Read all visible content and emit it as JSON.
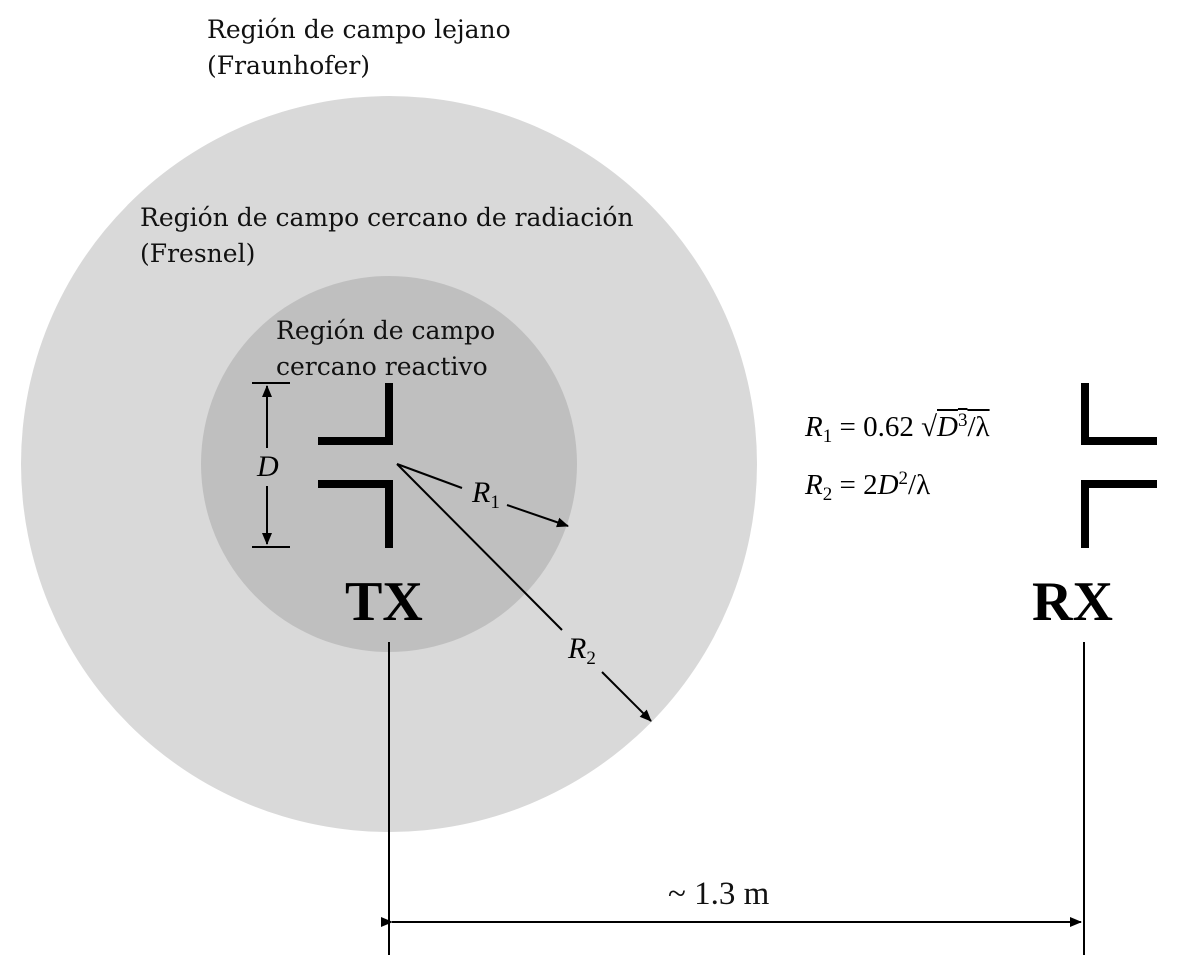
{
  "regions": {
    "far_field": {
      "line1": "Región de campo lejano",
      "line2": "(Fraunhofer)",
      "color": "#d9d9d9"
    },
    "radiating_near_field": {
      "line1": "Región de campo cercano de radiación",
      "line2": "(Fresnel)"
    },
    "reactive_near_field": {
      "line1": "Región de campo",
      "line2": "cercano reactivo",
      "color": "#bfbfbf"
    }
  },
  "antennas": {
    "tx_label": "TX",
    "rx_label": "RX"
  },
  "dimension": {
    "aperture_symbol": "D",
    "distance_label": "~ 1.3 m"
  },
  "radii": {
    "r1": {
      "symbol": "R",
      "subscript": "1"
    },
    "r2": {
      "symbol": "R",
      "subscript": "2"
    }
  },
  "equations": {
    "r1": {
      "lhs": "R",
      "lhs_sub": "1",
      "eq": "= 0.62",
      "rad_var": "D",
      "rad_exp": "3",
      "rad_tail": "/λ"
    },
    "r2": {
      "lhs": "R",
      "lhs_sub": "2",
      "eq": "= 2",
      "var": "D",
      "exp": "2",
      "tail": "/λ"
    }
  }
}
